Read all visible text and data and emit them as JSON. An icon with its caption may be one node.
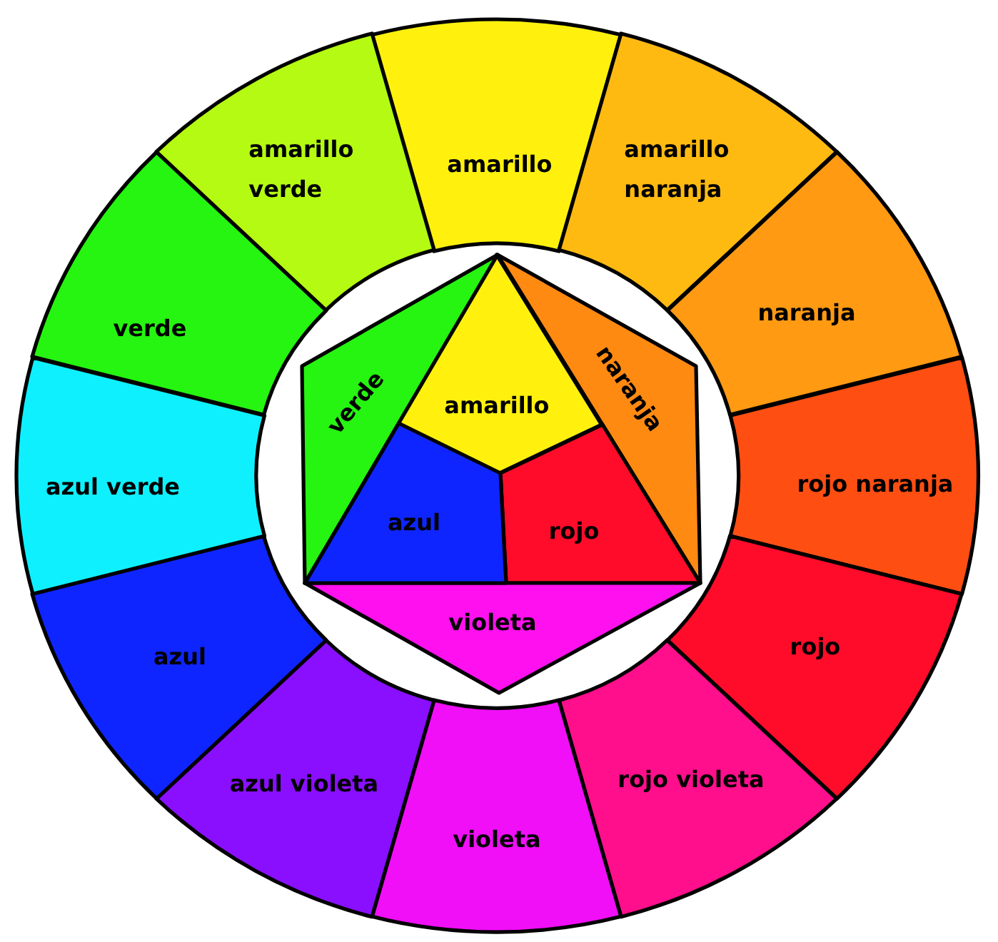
{
  "diagram": {
    "nodes": [
      {
        "text": [
          "amarillo"
        ]
      },
      {
        "text": [
          "amarillo naranja"
        ]
      },
      {
        "text": [
          "naranja"
        ]
      },
      {
        "text": [
          "rojo naranja"
        ]
      },
      {
        "text": [
          "rojo"
        ]
      },
      {
        "text": [
          "rojo violeta"
        ]
      },
      {
        "text": [
          "violeta"
        ]
      },
      {
        "text": [
          "azul violeta"
        ]
      },
      {
        "text": [
          "azul"
        ]
      },
      {
        "text": [
          "azul verde"
        ]
      },
      {
        "text": [
          "verde"
        ]
      },
      {
        "text": [
          "amarillo verde"
        ]
      },
      {
        "text": [
          "amarillo"
        ]
      },
      {
        "text": [
          "naranja"
        ]
      },
      {
        "text": [
          "rojo"
        ]
      },
      {
        "text": [
          "violeta"
        ]
      },
      {
        "text": [
          "azul"
        ]
      },
      {
        "text": [
          "verde"
        ]
      }
    ]
  }
}
